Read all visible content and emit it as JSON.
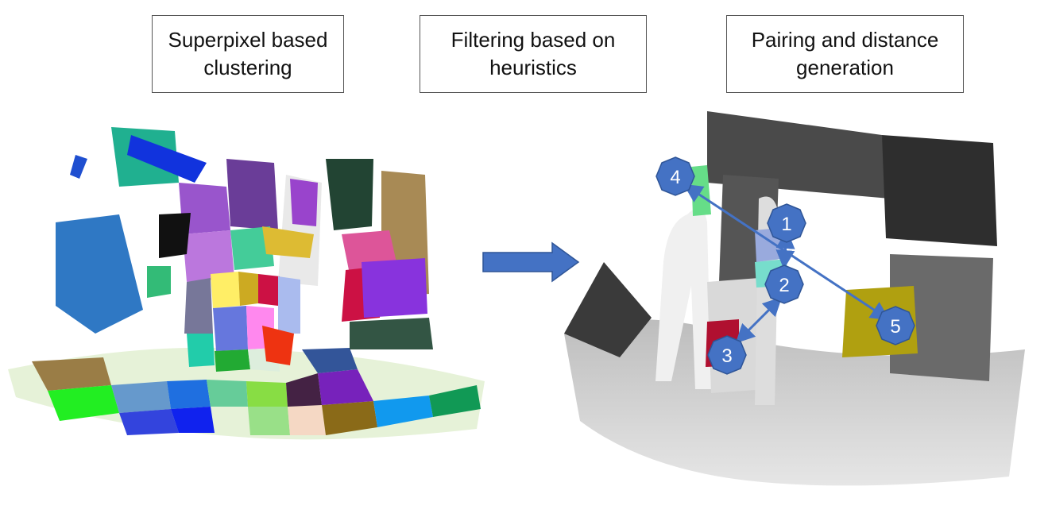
{
  "steps": [
    {
      "line1": "Superpixel based",
      "line2": "clustering"
    },
    {
      "line1": "Filtering based on",
      "line2": "heuristics"
    },
    {
      "line1": "Pairing and distance",
      "line2": "generation"
    }
  ],
  "markers": [
    "1",
    "2",
    "3",
    "4",
    "5"
  ],
  "colors": {
    "arrow": "#4472c4",
    "marker_fill": "#4472c4",
    "marker_text": "#ffffff"
  }
}
